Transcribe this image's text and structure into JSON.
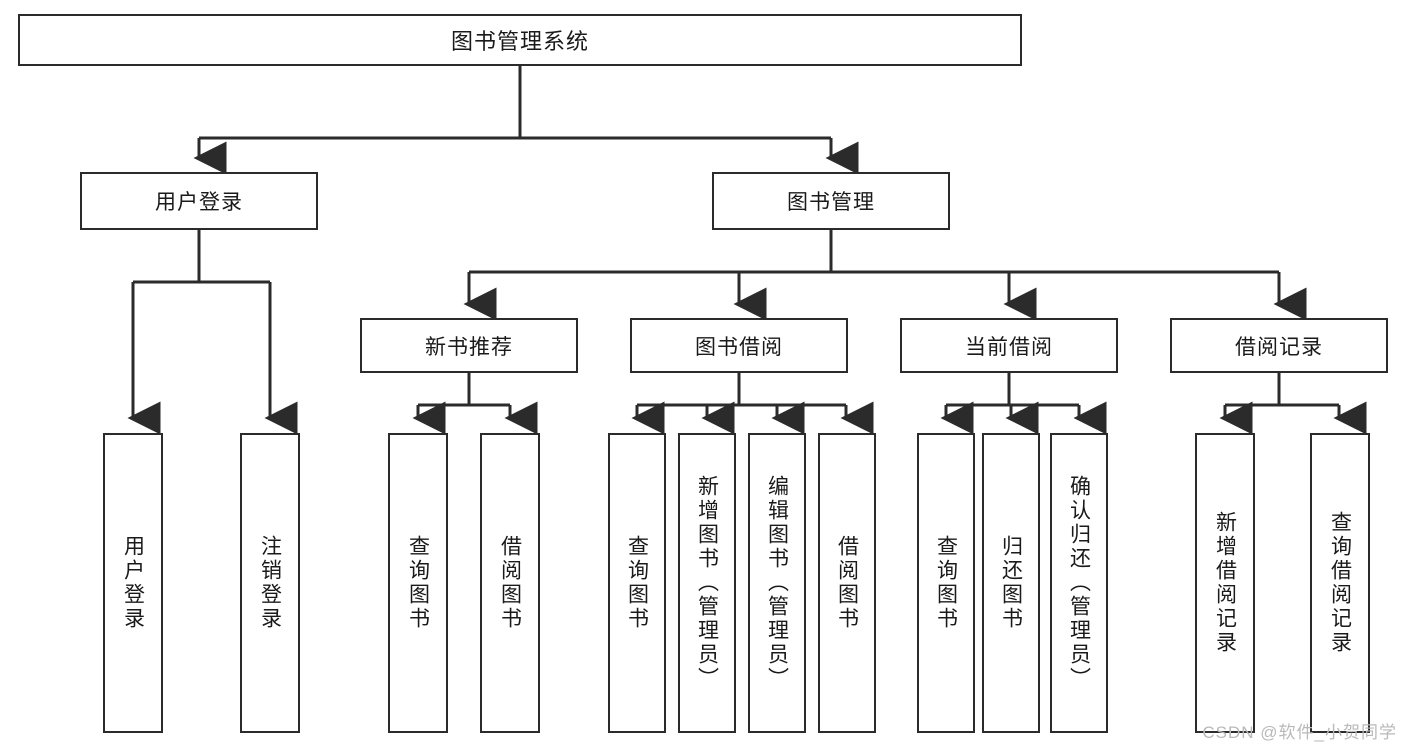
{
  "diagram": {
    "type": "tree-hierarchy",
    "title": "图书管理系统",
    "root": {
      "label": "图书管理系统"
    },
    "level1": [
      {
        "label": "用户登录"
      },
      {
        "label": "图书管理"
      }
    ],
    "level2": [
      {
        "label": "新书推荐",
        "parent": "图书管理"
      },
      {
        "label": "图书借阅",
        "parent": "图书管理"
      },
      {
        "label": "当前借阅",
        "parent": "图书管理"
      },
      {
        "label": "借阅记录",
        "parent": "图书管理"
      }
    ],
    "leaves": [
      {
        "label": "用户登录",
        "parent": "用户登录"
      },
      {
        "label": "注销登录",
        "parent": "用户登录"
      },
      {
        "label": "查询图书",
        "parent": "新书推荐"
      },
      {
        "label": "借阅图书",
        "parent": "新书推荐"
      },
      {
        "label": "查询图书",
        "parent": "图书借阅"
      },
      {
        "label": "新增图书（管理员）",
        "parent": "图书借阅"
      },
      {
        "label": "编辑图书（管理员）",
        "parent": "图书借阅"
      },
      {
        "label": "借阅图书",
        "parent": "图书借阅"
      },
      {
        "label": "查询图书",
        "parent": "当前借阅"
      },
      {
        "label": "归还图书",
        "parent": "当前借阅"
      },
      {
        "label": "确认归还（管理员）",
        "parent": "当前借阅"
      },
      {
        "label": "新增借阅记录",
        "parent": "借阅记录"
      },
      {
        "label": "查询借阅记录",
        "parent": "借阅记录"
      }
    ]
  },
  "watermark": {
    "text": "CSDN @软件_小贺同学"
  },
  "colors": {
    "stroke": "#2b2b2b",
    "background": "#ffffff",
    "text": "#1a1a1a",
    "watermark": "#b9b9b9"
  }
}
